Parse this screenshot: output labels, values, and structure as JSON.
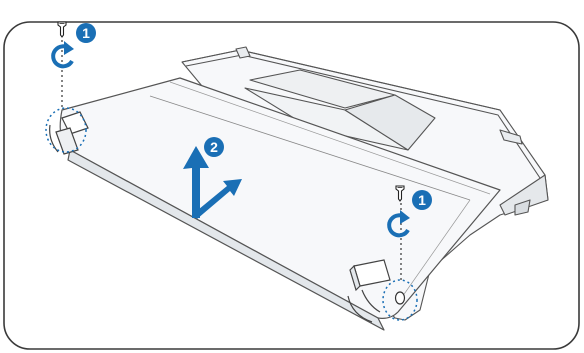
{
  "steps": {
    "step1_left": "1",
    "step1_right": "1",
    "step2": "2"
  },
  "colors": {
    "accent": "#1a6fb5",
    "outline": "#555555",
    "frame": "#3a3a3a",
    "body_fill": "#f4f6f8",
    "shade_fill": "#e3e7eb"
  },
  "icons": [
    "screw-icon",
    "rotate-ccw-icon",
    "lift-arrow-icon",
    "slide-arrow-icon"
  ]
}
